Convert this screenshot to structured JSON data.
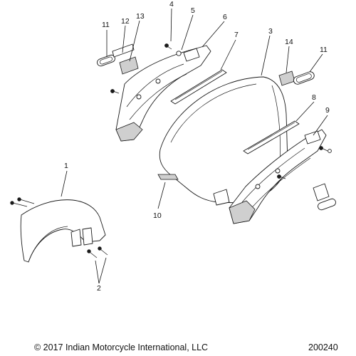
{
  "callouts": {
    "c1": "1",
    "c2": "2",
    "c3": "3",
    "c4": "4",
    "c5": "5",
    "c6": "6",
    "c7": "7",
    "c8": "8",
    "c9": "9",
    "c10": "10",
    "c11a": "11",
    "c11b": "11",
    "c12": "12",
    "c13": "13",
    "c14": "14"
  },
  "footer": {
    "copyright": "© 2017 Indian Motorcycle International, LLC",
    "diagram_number": "200240"
  }
}
